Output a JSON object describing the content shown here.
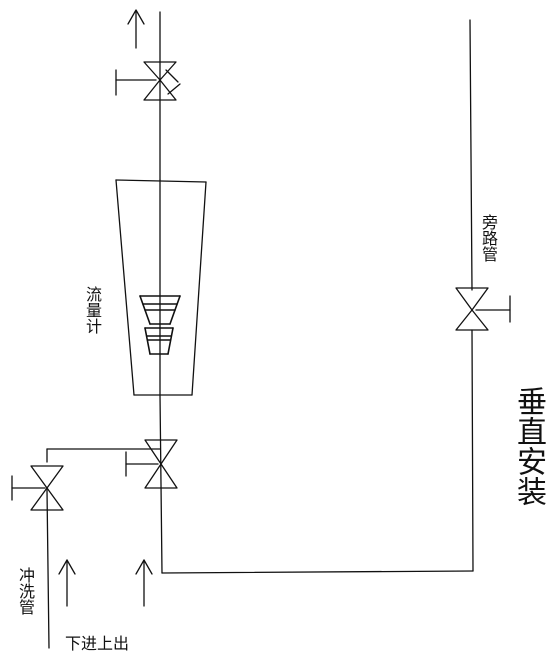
{
  "labels": {
    "flowmeter": "流量计",
    "bypass_pipe": "旁路管",
    "vertical_install": "垂直安装",
    "flush_pipe": "冲洗管",
    "flow_direction": "下进上出"
  },
  "colors": {
    "line": "#111111",
    "background": "#ffffff"
  },
  "components": {
    "valves": [
      "outlet-valve",
      "bypass-valve",
      "inlet-valve",
      "flush-valve"
    ],
    "arrows": [
      "outlet-arrow",
      "inlet-arrow",
      "flush-arrow"
    ]
  }
}
